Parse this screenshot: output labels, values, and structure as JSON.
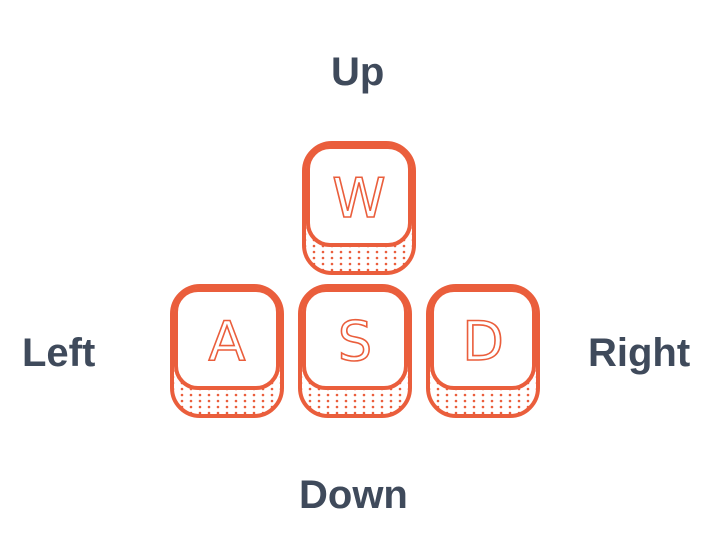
{
  "labels": {
    "up": "Up",
    "down": "Down",
    "left": "Left",
    "right": "Right"
  },
  "keys": {
    "w": "W",
    "a": "A",
    "s": "S",
    "d": "D"
  },
  "colors": {
    "key_outline": "#ea5e3c",
    "label_text": "#3f4a5b",
    "background": "#ffffff"
  }
}
